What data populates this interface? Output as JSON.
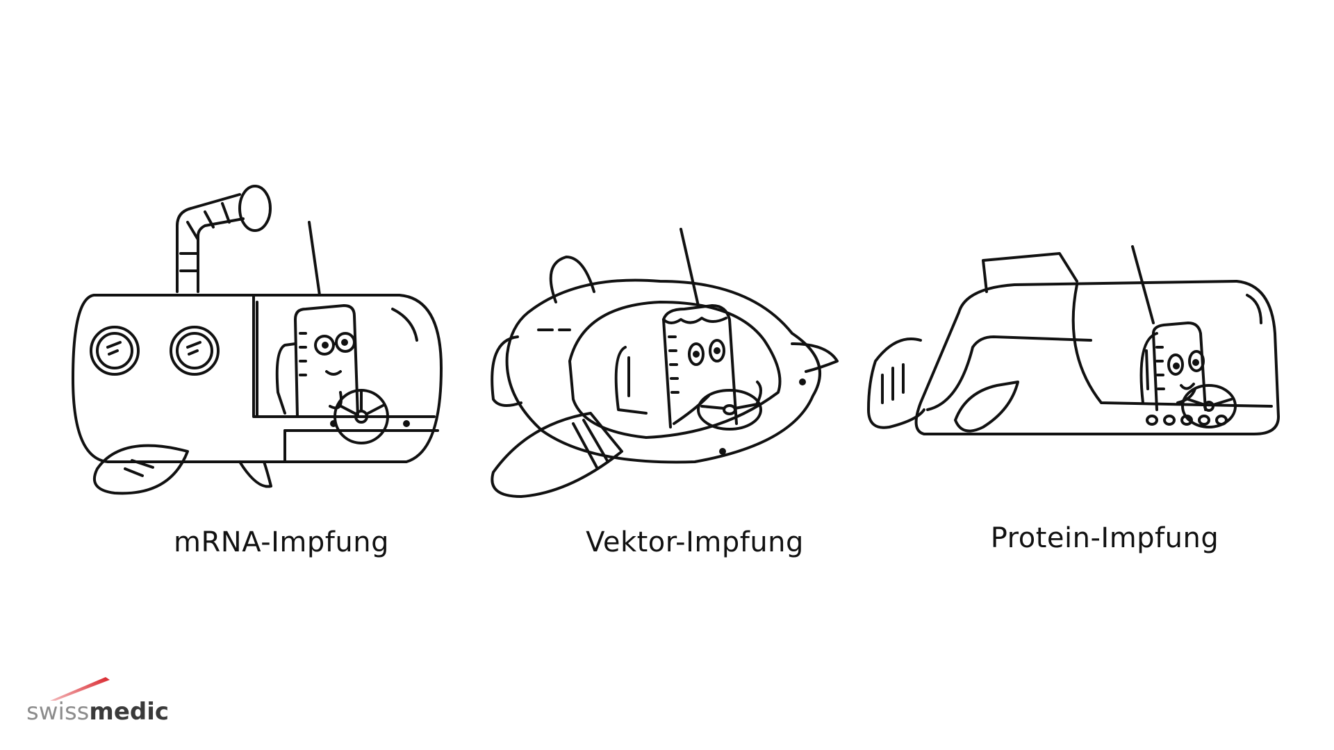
{
  "vaccines": [
    {
      "id": "mrna",
      "label": "mRNA-Impfung",
      "vehicle_icon": "submarine-icon"
    },
    {
      "id": "vector",
      "label": "Vektor-Impfung",
      "vehicle_icon": "rocket-icon"
    },
    {
      "id": "protein",
      "label": "Protein-Impfung",
      "vehicle_icon": "boat-icon"
    }
  ],
  "logo": {
    "part1": "swiss",
    "part2": "medic",
    "accent_color": "#d9282f",
    "part1_color": "#8c8c8c",
    "part2_color": "#3a3a3a"
  },
  "colors": {
    "background": "#ffffff",
    "line": "#111111"
  }
}
